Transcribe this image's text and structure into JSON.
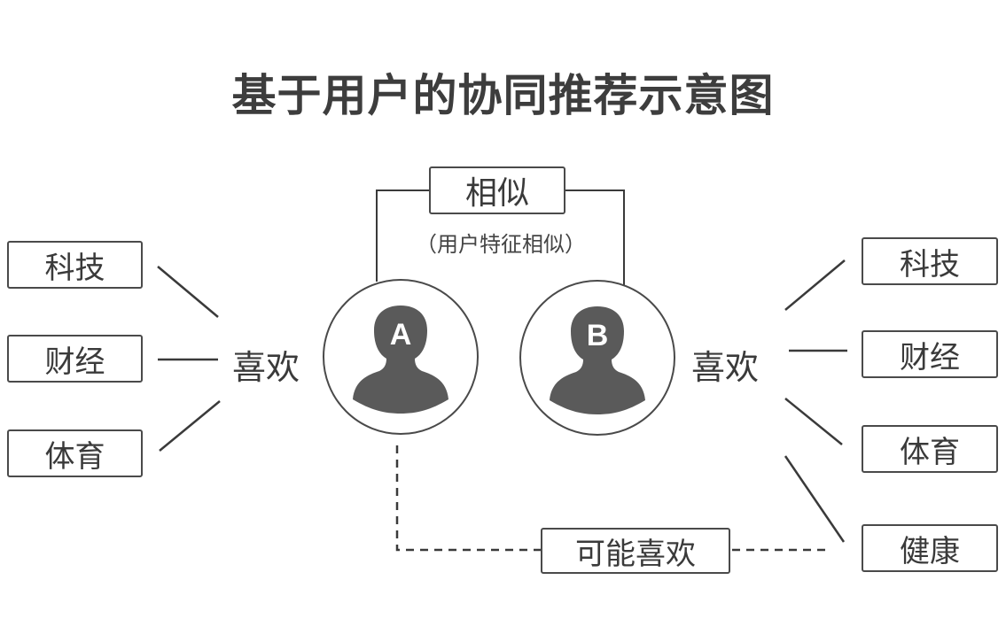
{
  "title": "基于用户的协同推荐示意图",
  "similar": {
    "label": "相似",
    "note": "（用户特征相似）"
  },
  "user_a": {
    "letter": "A",
    "icon": "person-silhouette-icon"
  },
  "user_b": {
    "letter": "B",
    "icon": "person-silhouette-icon"
  },
  "likes_label_a": "喜欢",
  "likes_label_b": "喜欢",
  "a_interests": [
    "科技",
    "财经",
    "体育"
  ],
  "b_interests": [
    "科技",
    "财经",
    "体育",
    "健康"
  ],
  "recommend_label": "可能喜欢"
}
